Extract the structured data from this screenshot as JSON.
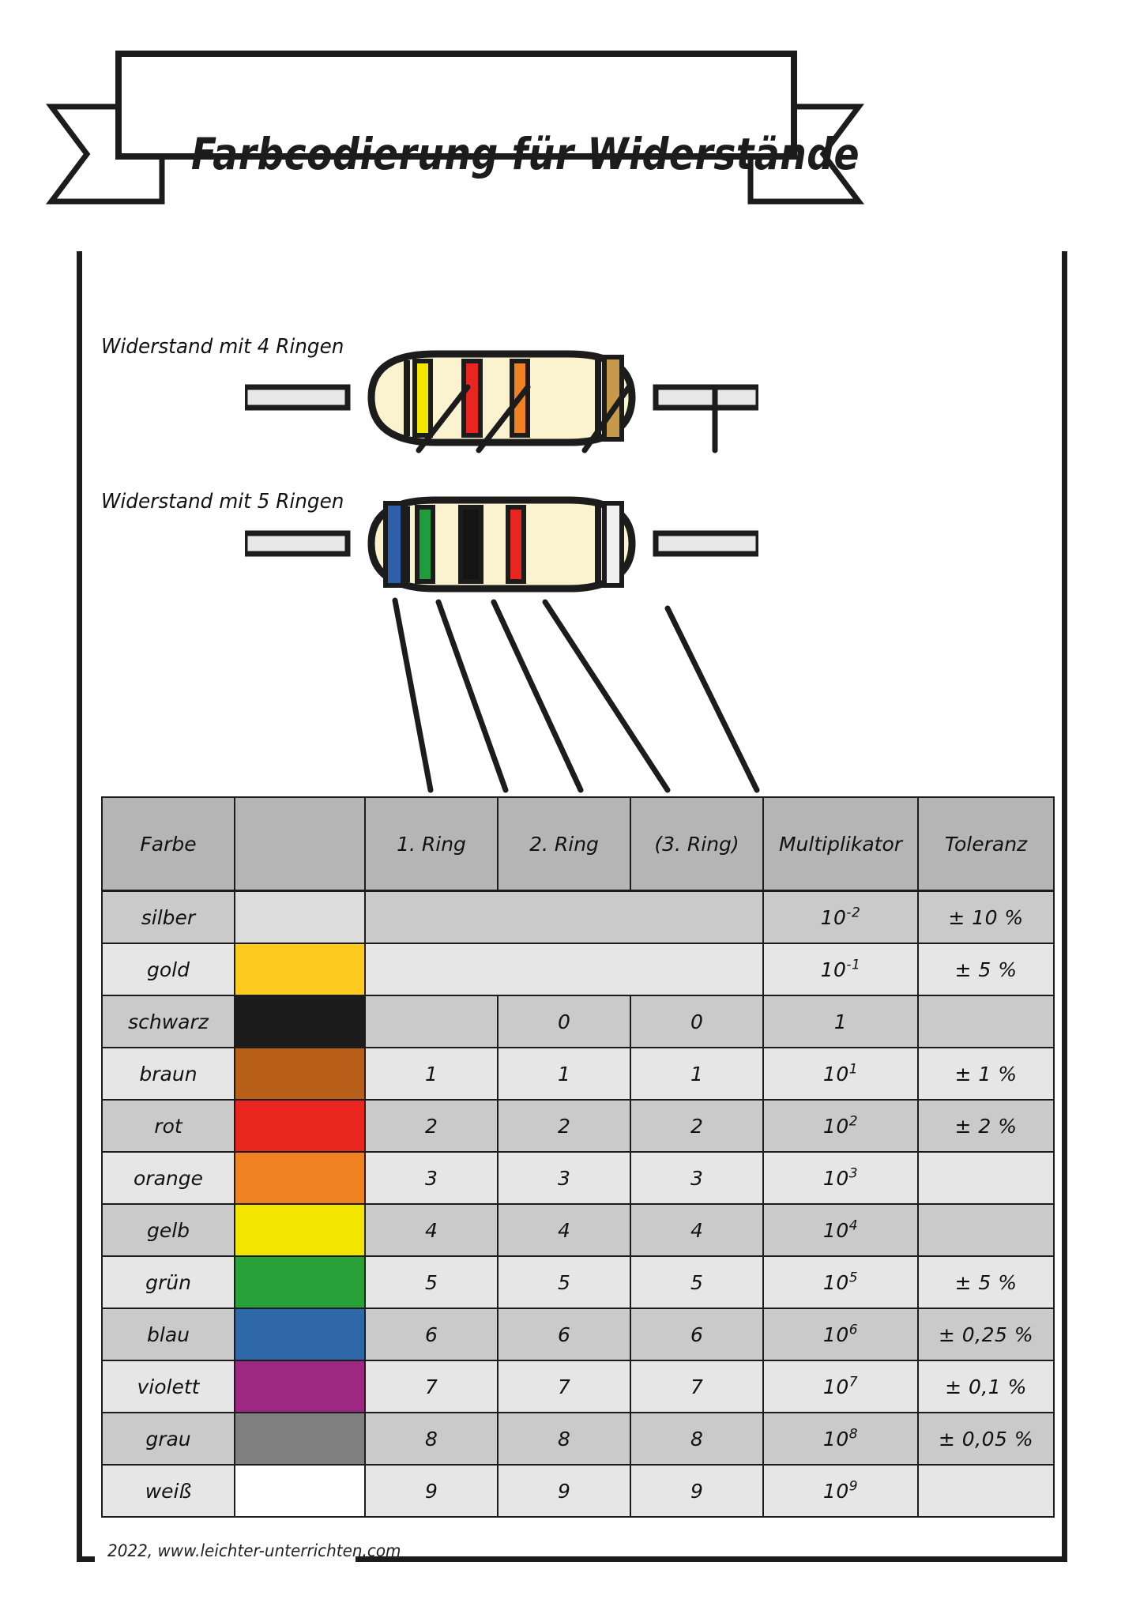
{
  "title": "Farbcodierung für Widerstände",
  "diagram": {
    "caption_4_rings": "Widerstand mit 4 Ringen",
    "caption_5_rings": "Widerstand mit 5 Ringen",
    "resistor_4_bands": [
      "gelb",
      "rot",
      "orange",
      "gold"
    ],
    "resistor_4_band_colors": [
      "#f2e500",
      "#e8251f",
      "#f08222",
      "#c79a4b"
    ],
    "resistor_5_bands": [
      "blau",
      "grün",
      "schwarz",
      "rot",
      "weiß"
    ],
    "resistor_5_band_colors": [
      "#2f5fa8",
      "#1f9c3c",
      "#141414",
      "#e8251f",
      "#f0f0f0"
    ],
    "body_color": "#fbf2d0",
    "lead_color": "#e8e8e8"
  },
  "table": {
    "headers": {
      "color": "Farbe",
      "swatch": "",
      "ring1": "1. Ring",
      "ring2": "2. Ring",
      "ring3": "(3. Ring)",
      "multiplier": "Multiplikator",
      "tolerance": "Toleranz"
    },
    "rows": [
      {
        "name": "silber",
        "swatch": "#dcdcdc",
        "ring1": "",
        "ring2": "",
        "ring3": "",
        "mult_base": "10",
        "mult_exp": "-2",
        "tolerance": "± 10 %",
        "merged_digits": true
      },
      {
        "name": "gold",
        "swatch": "#fdcb1e",
        "ring1": "",
        "ring2": "",
        "ring3": "",
        "mult_base": "10",
        "mult_exp": "-1",
        "tolerance": "± 5 %",
        "merged_digits": true
      },
      {
        "name": "schwarz",
        "swatch": "#1c1c1c",
        "ring1": "",
        "ring2": "0",
        "ring3": "0",
        "mult_base": "1",
        "mult_exp": "",
        "tolerance": "",
        "merged_digits": false
      },
      {
        "name": "braun",
        "swatch": "#b85f1a",
        "ring1": "1",
        "ring2": "1",
        "ring3": "1",
        "mult_base": "10",
        "mult_exp": "1",
        "tolerance": "± 1 %",
        "merged_digits": false
      },
      {
        "name": "rot",
        "swatch": "#e8251f",
        "ring1": "2",
        "ring2": "2",
        "ring3": "2",
        "mult_base": "10",
        "mult_exp": "2",
        "tolerance": "± 2 %",
        "merged_digits": false
      },
      {
        "name": "orange",
        "swatch": "#f08222",
        "ring1": "3",
        "ring2": "3",
        "ring3": "3",
        "mult_base": "10",
        "mult_exp": "3",
        "tolerance": "",
        "merged_digits": false
      },
      {
        "name": "gelb",
        "swatch": "#f2e500",
        "ring1": "4",
        "ring2": "4",
        "ring3": "4",
        "mult_base": "10",
        "mult_exp": "4",
        "tolerance": "",
        "merged_digits": false
      },
      {
        "name": "grün",
        "swatch": "#28a139",
        "ring1": "5",
        "ring2": "5",
        "ring3": "5",
        "mult_base": "10",
        "mult_exp": "5",
        "tolerance": "± 5 %",
        "merged_digits": false
      },
      {
        "name": "blau",
        "swatch": "#2f68a8",
        "ring1": "6",
        "ring2": "6",
        "ring3": "6",
        "mult_base": "10",
        "mult_exp": "6",
        "tolerance": "± 0,25 %",
        "merged_digits": false
      },
      {
        "name": "violett",
        "swatch": "#9c2882",
        "ring1": "7",
        "ring2": "7",
        "ring3": "7",
        "mult_base": "10",
        "mult_exp": "7",
        "tolerance": "± 0,1 %",
        "merged_digits": false
      },
      {
        "name": "grau",
        "swatch": "#808080",
        "ring1": "8",
        "ring2": "8",
        "ring3": "8",
        "mult_base": "10",
        "mult_exp": "8",
        "tolerance": "± 0,05 %",
        "merged_digits": false
      },
      {
        "name": "weiß",
        "swatch": "#ffffff",
        "ring1": "9",
        "ring2": "9",
        "ring3": "9",
        "mult_base": "10",
        "mult_exp": "9",
        "tolerance": "",
        "merged_digits": false
      }
    ]
  },
  "footer": "2022, www.leichter-unterrichten.com"
}
